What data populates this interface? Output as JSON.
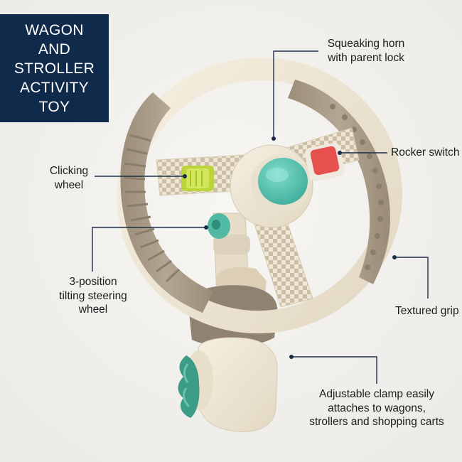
{
  "title": {
    "lines": [
      "WAGON",
      "AND",
      "STROLLER",
      "ACTIVITY",
      "TOY"
    ]
  },
  "callouts": {
    "horn": [
      "Squeaking horn",
      "with parent lock"
    ],
    "rocker": [
      "Rocker switch"
    ],
    "clicking": [
      "Clicking",
      "wheel"
    ],
    "tilting": [
      "3-position",
      "tilting steering",
      "wheel"
    ],
    "grip": [
      "Textured grip"
    ],
    "clamp": [
      "Adjustable clamp easily",
      "attaches to wagons,",
      "strollers and shopping carts"
    ]
  },
  "colors": {
    "title_bg": "#102a4c",
    "background": "#f4f2ef",
    "wheel_cream": "#ece5d3",
    "grip_taupe": "#a89a87",
    "horn_teal": "#56c7b3",
    "rocker_red": "#e8514f",
    "clicker_lime": "#c9e04a",
    "leader_line": "#1e2d4a"
  }
}
